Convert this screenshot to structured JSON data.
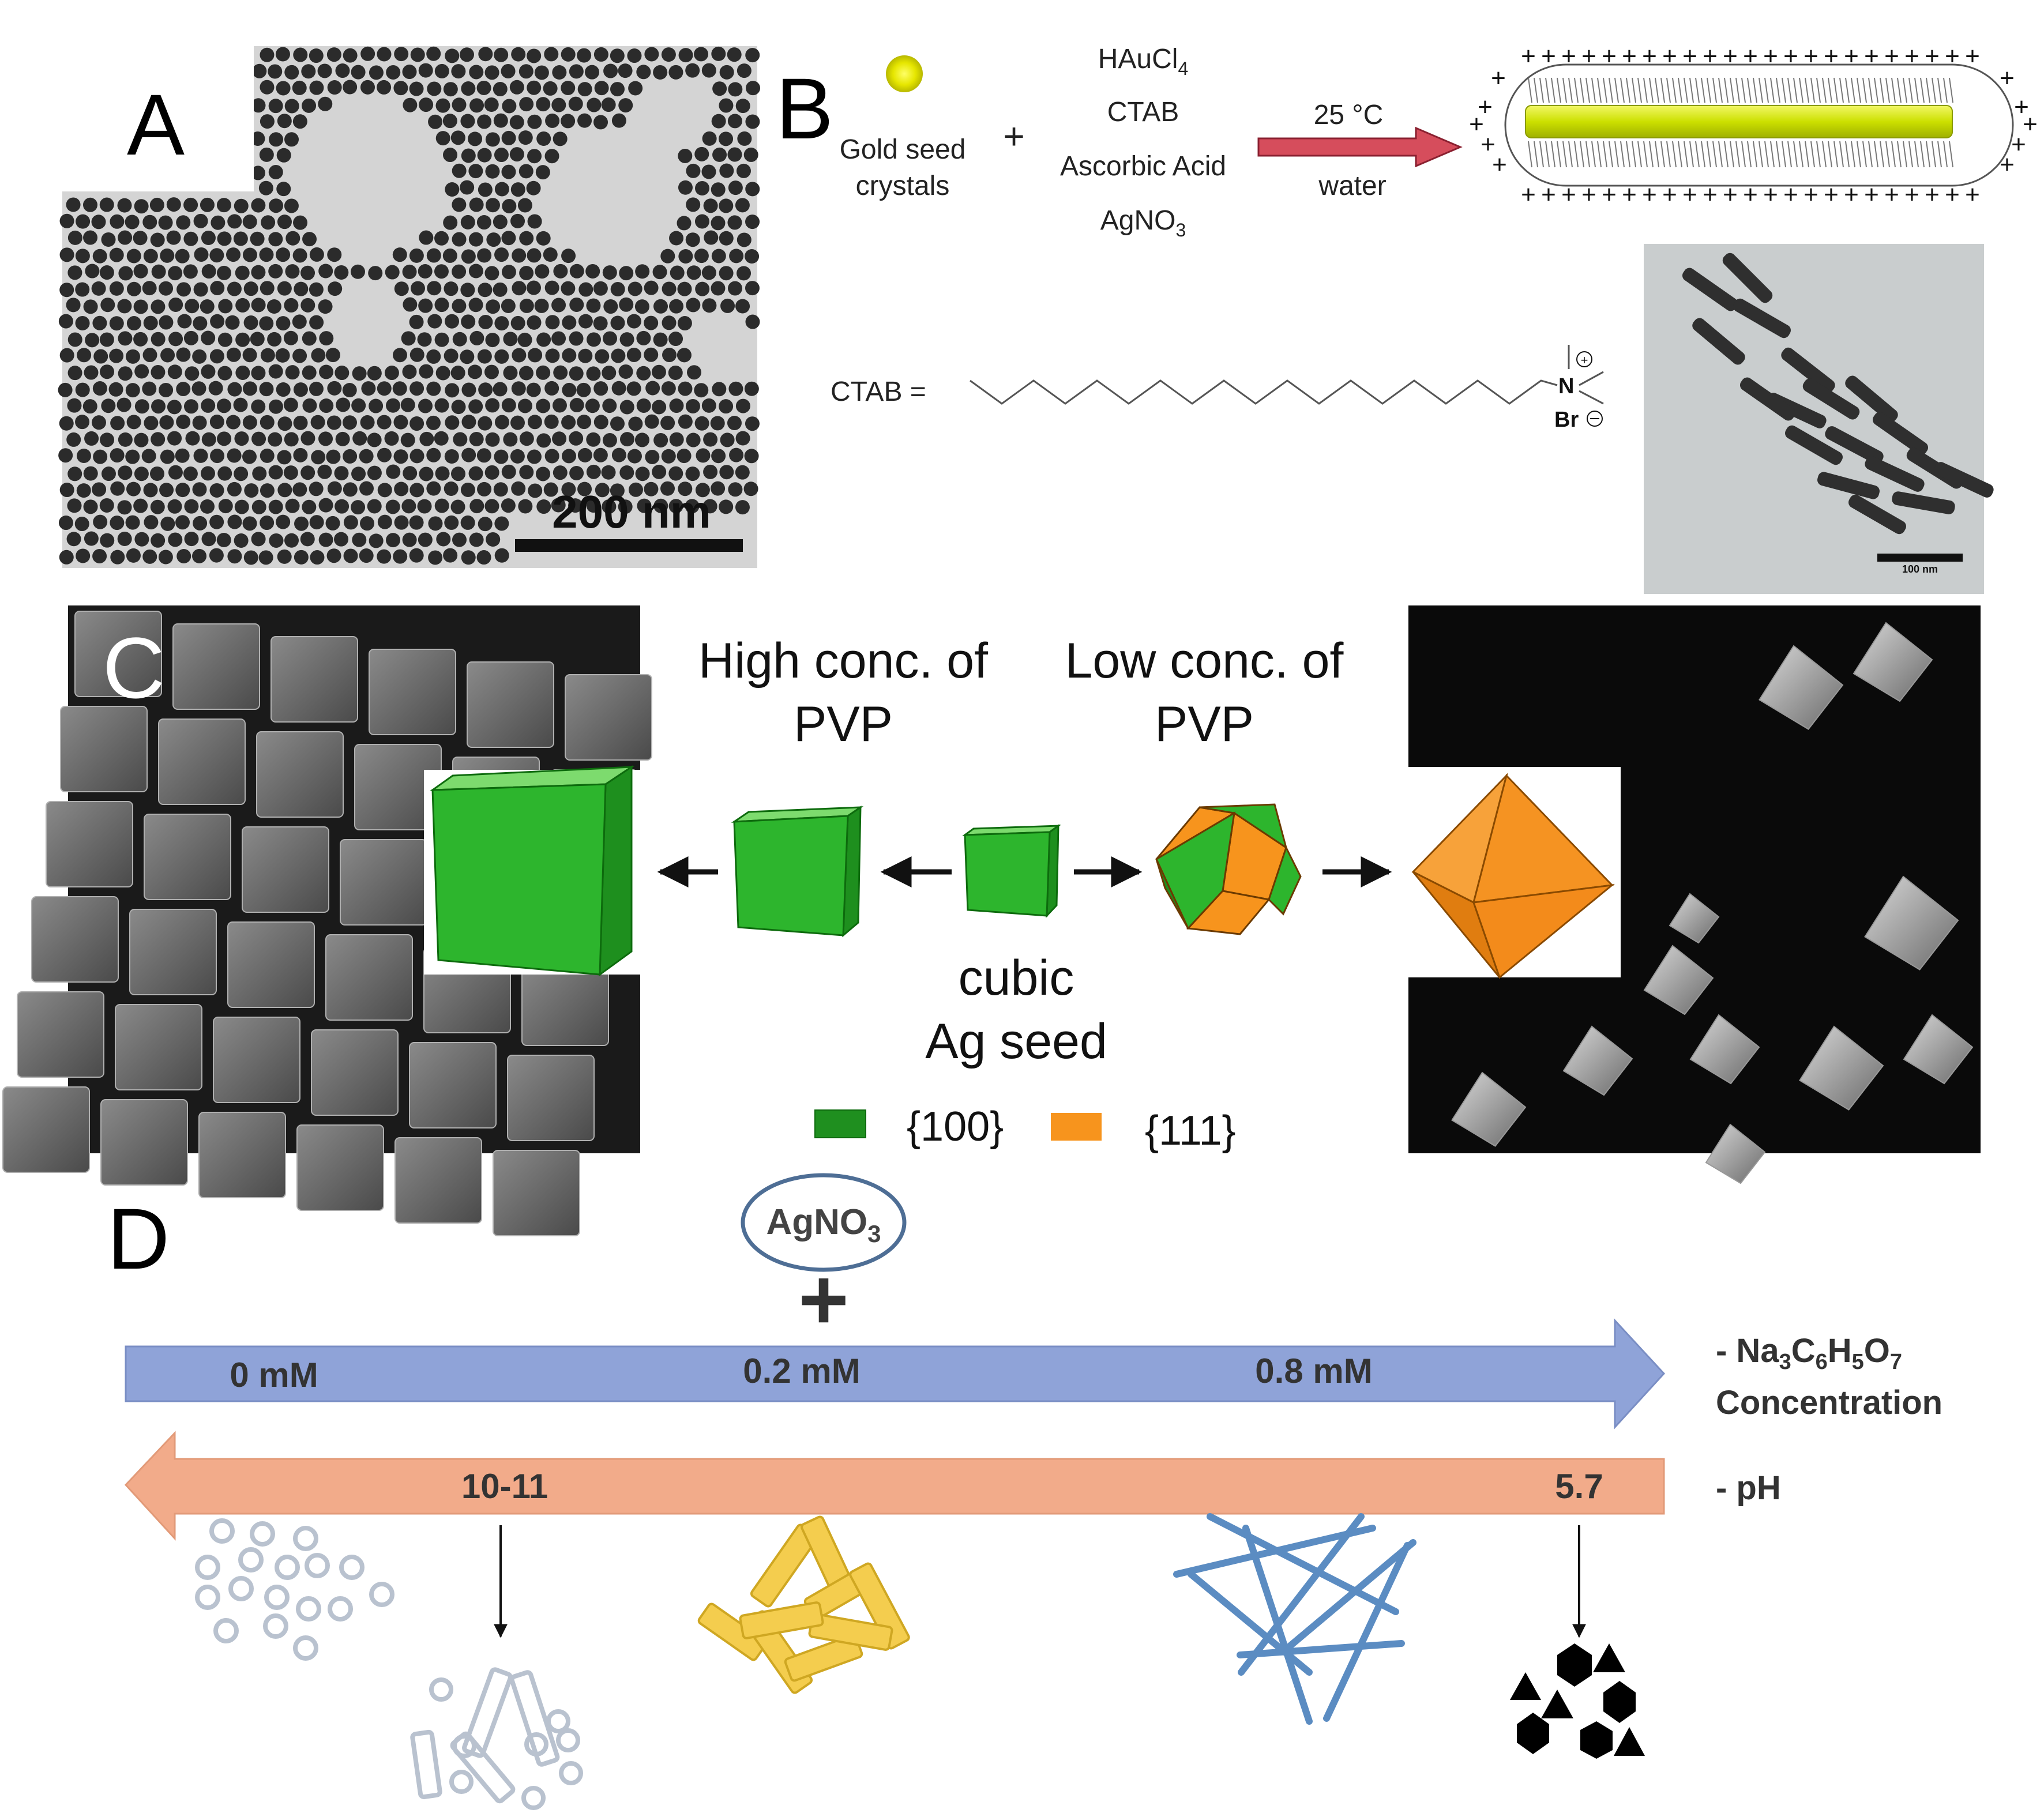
{
  "panel_a": {
    "letter": "A",
    "scale_bar_label": "200 nm"
  },
  "panel_b": {
    "letter": "B",
    "seed_label_line1": "Gold seed",
    "seed_label_line2": "crystals",
    "plus": "+",
    "reagents": [
      "HAuCl",
      "CTAB",
      "Ascorbic Acid",
      "AgNO"
    ],
    "reagent_subscripts": [
      "4",
      "",
      "",
      "3"
    ],
    "condition_temp": "25 °C",
    "condition_solvent": "water",
    "ctab_label": "CTAB  =",
    "ctab_n": "N",
    "ctab_br": "Br",
    "micrograph_scale_label": "100 nm"
  },
  "panel_c": {
    "letter": "C",
    "high_conc_line1": "High conc. of",
    "high_conc_line2": "PVP",
    "low_conc_line1": "Low conc. of",
    "low_conc_line2": "PVP",
    "seed_line1": "cubic",
    "seed_line2": "Ag seed",
    "legend_100": "{100}",
    "legend_111": "{111}",
    "colors": {
      "facet_100": "#2db52d",
      "facet_111": "#f7941d"
    }
  },
  "panel_d": {
    "letter": "D",
    "agno3_label": "AgNO",
    "agno3_sub": "3",
    "plus": "+",
    "blue_arrow_labels": [
      "0 mM",
      "0.2 mM",
      "0.8 mM"
    ],
    "right_label_1a": "- Na",
    "right_label_1_formula": [
      "3",
      "C",
      "6",
      "H",
      "5",
      "O",
      "7"
    ],
    "right_label_1b": "Concentration",
    "orange_arrow_labels": [
      "10-11",
      "5.7"
    ],
    "right_label_2": "- pH",
    "colors": {
      "blue_arrow": "#8fa3d8",
      "orange_arrow": "#f2ab8a",
      "rods_yellow": "#f4cd4e",
      "wires_blue": "#5b8cc2"
    }
  }
}
